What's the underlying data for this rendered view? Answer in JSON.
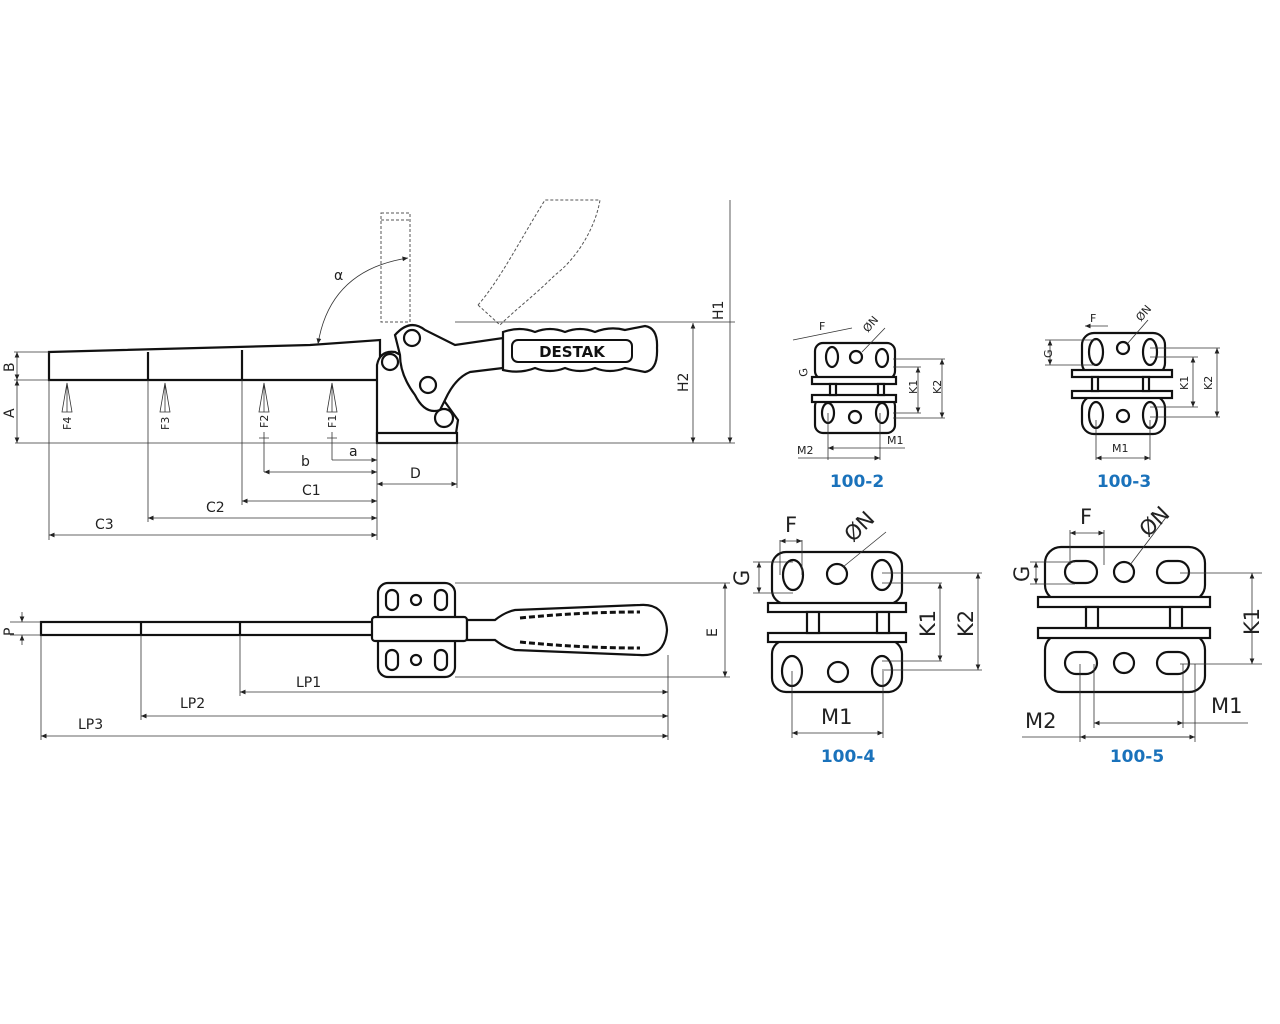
{
  "side_view": {
    "dims": {
      "A": "A",
      "B": "B",
      "H1": "H1",
      "H2": "H2",
      "alpha": "α",
      "a": "a",
      "b": "b",
      "C1": "C1",
      "C2": "C2",
      "C3": "C3",
      "D": "D"
    },
    "forces": [
      "F1",
      "F2",
      "F3",
      "F4"
    ],
    "brand": "DESTAK"
  },
  "top_view": {
    "dims": {
      "P": "P",
      "E": "E",
      "LP1": "LP1",
      "LP2": "LP2",
      "LP3": "LP3"
    }
  },
  "variants": [
    {
      "title": "100-2",
      "labels": {
        "F": "F",
        "N": "ØN",
        "G": "G",
        "K1": "K1",
        "K2": "K2",
        "M1": "M1",
        "M2": "M2"
      }
    },
    {
      "title": "100-3",
      "labels": {
        "F": "F",
        "N": "ØN",
        "G": "G",
        "K1": "K1",
        "K2": "K2",
        "M1": "M1"
      }
    },
    {
      "title": "100-4",
      "labels": {
        "F": "F",
        "N": "ØN",
        "G": "G",
        "K1": "K1",
        "K2": "K2",
        "M1": "M1"
      }
    },
    {
      "title": "100-5",
      "labels": {
        "F": "F",
        "N": "ØN",
        "G": "G",
        "K1": "K1",
        "M1": "M1",
        "M2": "M2"
      }
    }
  ],
  "colors": {
    "title": "#1a72bb",
    "line": "#111111"
  }
}
